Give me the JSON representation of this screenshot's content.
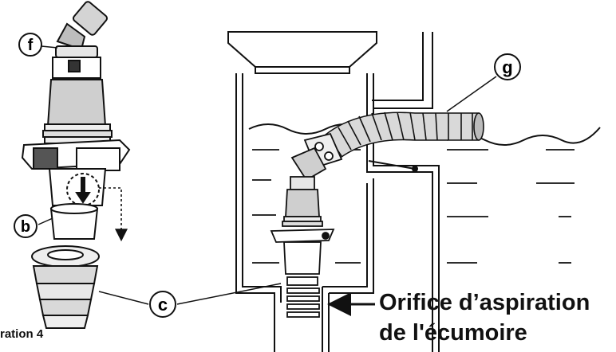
{
  "labels": {
    "f": "f",
    "b": "b",
    "c": "c",
    "g": "g"
  },
  "caption": "ration 4",
  "orifice": {
    "line1": "Orifice d’aspiration",
    "line2": "de l'écumoire"
  },
  "colors": {
    "ink": "#111111",
    "paper": "#ffffff",
    "mid_gray": "#9a9a9a",
    "light_gray": "#d4d4d4"
  }
}
